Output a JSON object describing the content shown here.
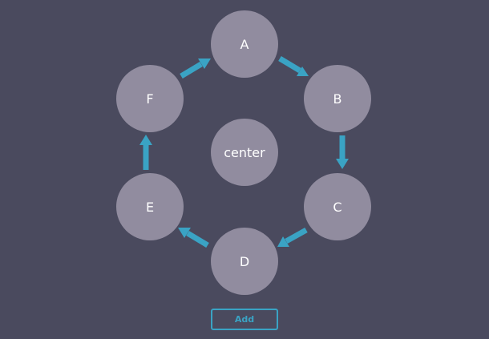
{
  "nodes": {
    "a": "A",
    "b": "B",
    "c": "C",
    "d": "D",
    "e": "E",
    "f": "F",
    "center": "center"
  },
  "edges": [
    {
      "from": "A",
      "to": "B"
    },
    {
      "from": "B",
      "to": "C"
    },
    {
      "from": "C",
      "to": "D"
    },
    {
      "from": "D",
      "to": "E"
    },
    {
      "from": "E",
      "to": "F"
    },
    {
      "from": "F",
      "to": "A"
    }
  ],
  "controls": {
    "add_label": "Add"
  },
  "colors": {
    "background": "#4a4a5e",
    "node_fill": "#918c9f",
    "node_text": "#ffffff",
    "arrow": "#3aa3c4",
    "button_accent": "#3aa3c4"
  }
}
